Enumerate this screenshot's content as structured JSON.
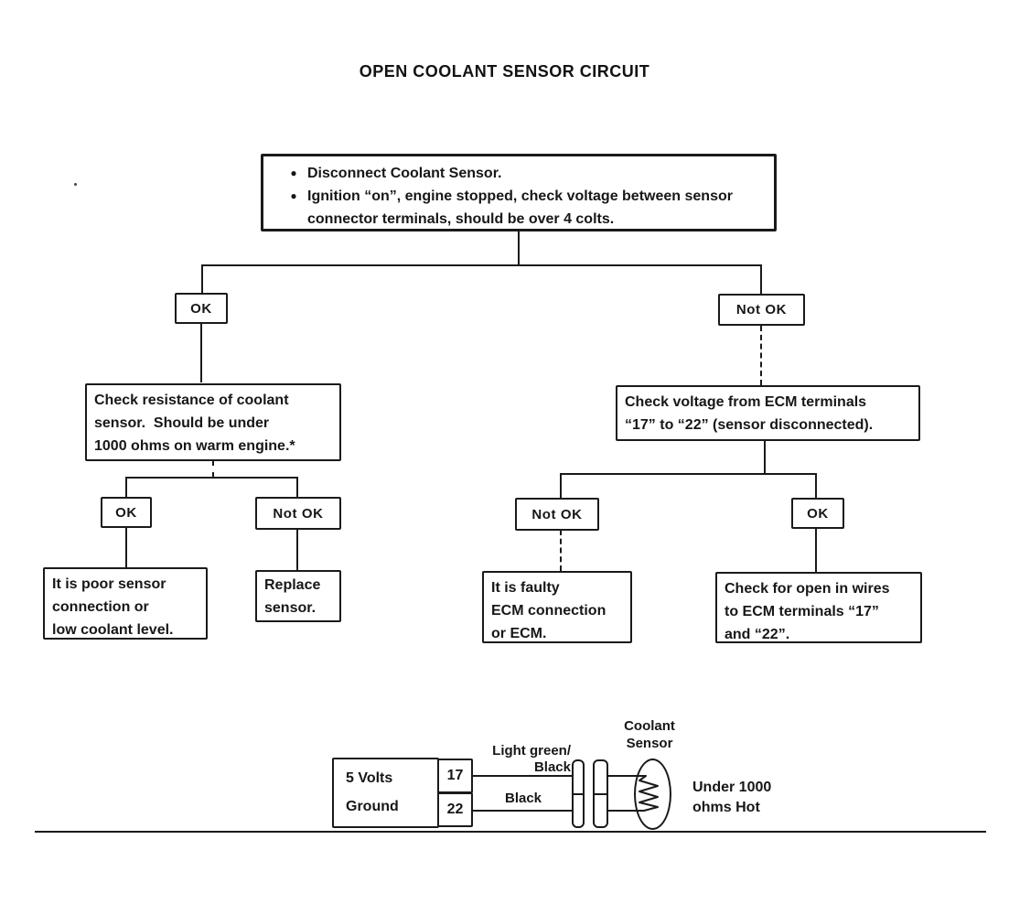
{
  "title": "OPEN COOLANT SENSOR CIRCUIT",
  "icons": {
    "bullet": "●"
  },
  "flowchart": {
    "start": {
      "bullet1": "Disconnect Coolant Sensor.",
      "bullet2": "Ignition “on”, engine stopped, check voltage between sensor\nconnector terminals, should be over 4 colts."
    },
    "left": {
      "decision": "OK",
      "action": "Check resistance of coolant\nsensor.  Should be under\n1000 ohms on warm engine.*",
      "ok": {
        "decision": "OK",
        "result": "It is poor sensor\nconnection or\nlow coolant level."
      },
      "not_ok": {
        "decision": "Not OK",
        "result": "Replace\nsensor."
      }
    },
    "right": {
      "decision": "Not OK",
      "action": "Check voltage from ECM terminals\n“17” to “22” (sensor disconnected).",
      "not_ok": {
        "decision": "Not OK",
        "result": "It is faulty\nECM connection\nor ECM."
      },
      "ok": {
        "decision": "OK",
        "result": "Check for open in wires\nto ECM terminals “17”\nand “22”."
      }
    }
  },
  "circuit": {
    "ecm": {
      "line1": "5 Volts",
      "line2": "Ground"
    },
    "terminal_top": "17",
    "terminal_bottom": "22",
    "wire_top_label": "Light green/\nBlack",
    "wire_bottom_label": "Black",
    "sensor_label": "Coolant\nSensor",
    "note": "Under 1000\nohms Hot"
  }
}
